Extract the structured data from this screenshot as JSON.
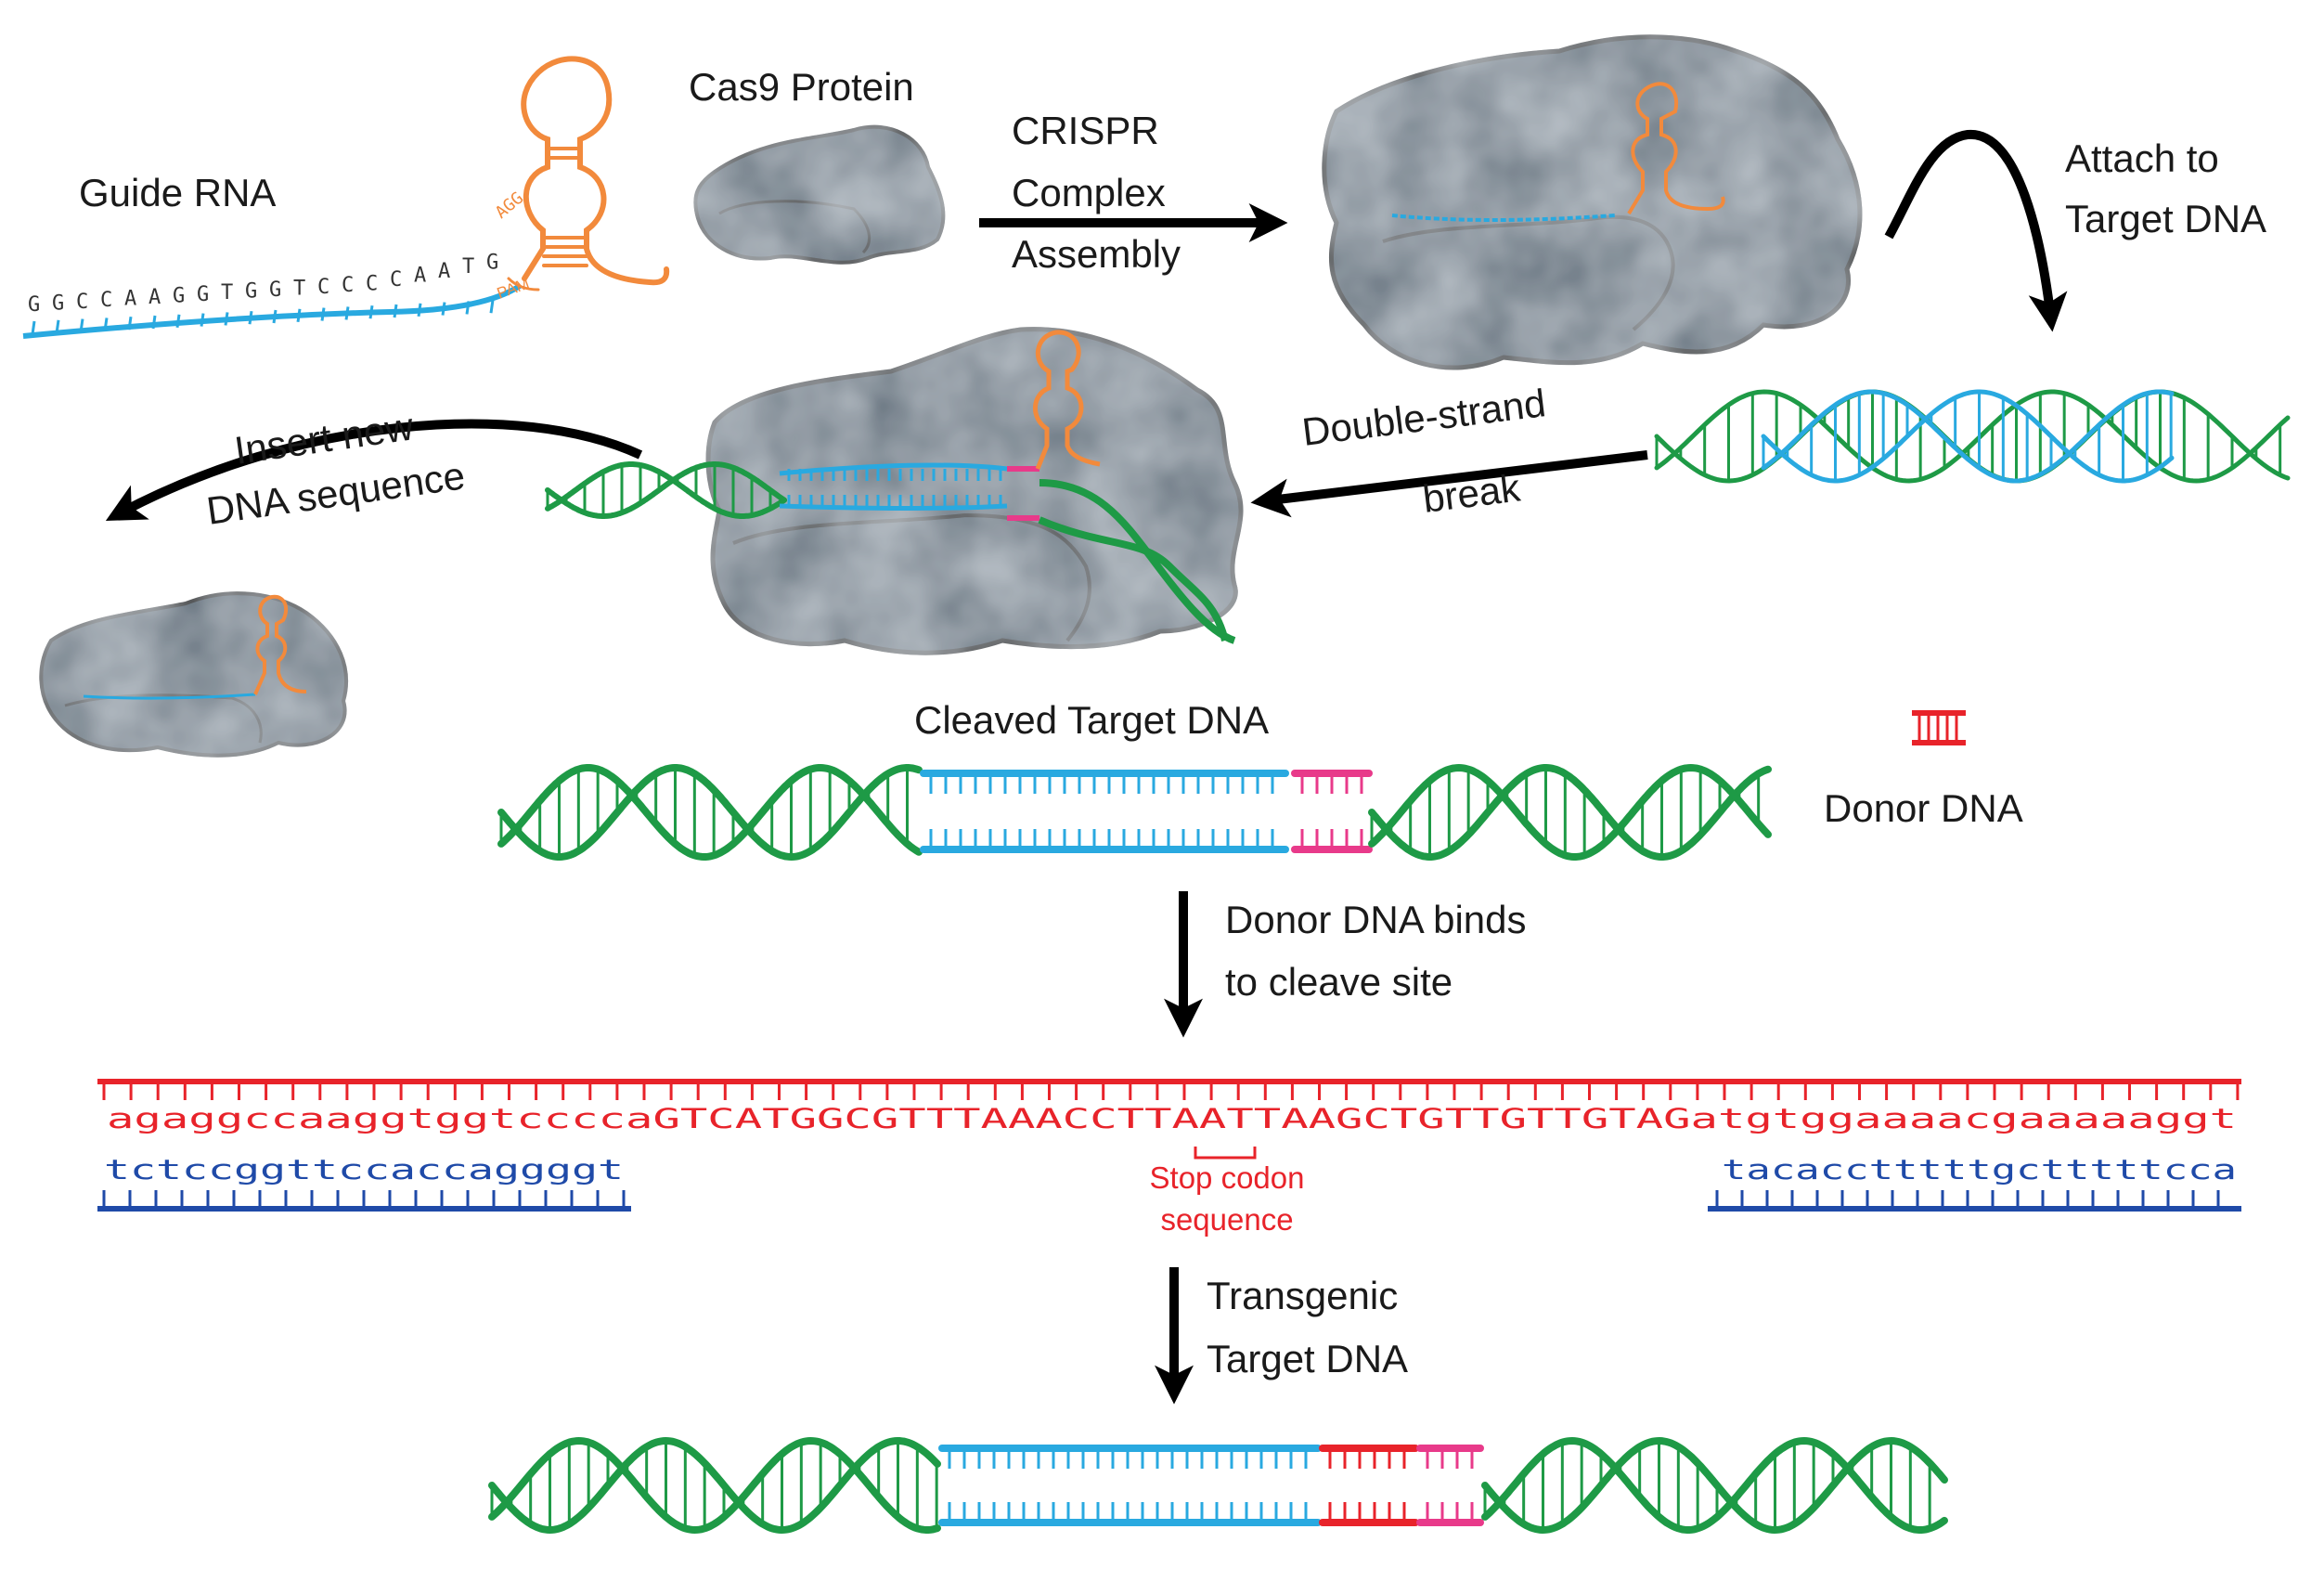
{
  "labels": {
    "guide_rna": "Guide RNA",
    "cas9": "Cas9 Protein",
    "assembly": [
      "CRISPR",
      "Complex",
      "Assembly"
    ],
    "attach": [
      "Attach to",
      "Target DNA"
    ],
    "dsb": [
      "Double-strand",
      "break"
    ],
    "insert": [
      "Insert new",
      "DNA sequence"
    ],
    "cleaved": "Cleaved Target DNA",
    "donor": "Donor DNA",
    "binds": [
      "Donor DNA binds",
      "to cleave site"
    ],
    "transgenic": [
      "Transgenic",
      "Target DNA"
    ],
    "stop_codon": [
      "Stop codon",
      "sequence"
    ],
    "pam": "PAM"
  },
  "sequences": {
    "guide_letters": "GGCCAAGGTGGTCCCCAATG",
    "pam_letters": "AGG",
    "top_strand": "agaggccaaggtggtccccaGTCATGGCGTTTAAACCTTAATTAAGCTGTTGTTGTAGatgtggaaaacgaaaaaggt",
    "bottom_left": "tctccggttccaccaggggt",
    "bottom_right": "tacacctttttgctttttcca"
  },
  "colors": {
    "dna_green": "#1e9a46",
    "target_blue": "#29a9e0",
    "guide_orange": "#f28a3c",
    "cut_pink": "#e83a8a",
    "donor_red": "#e8232a",
    "strand_blue": "#1f4aa8",
    "protein_gray": "#5d6c78",
    "arrow_black": "#000000"
  }
}
